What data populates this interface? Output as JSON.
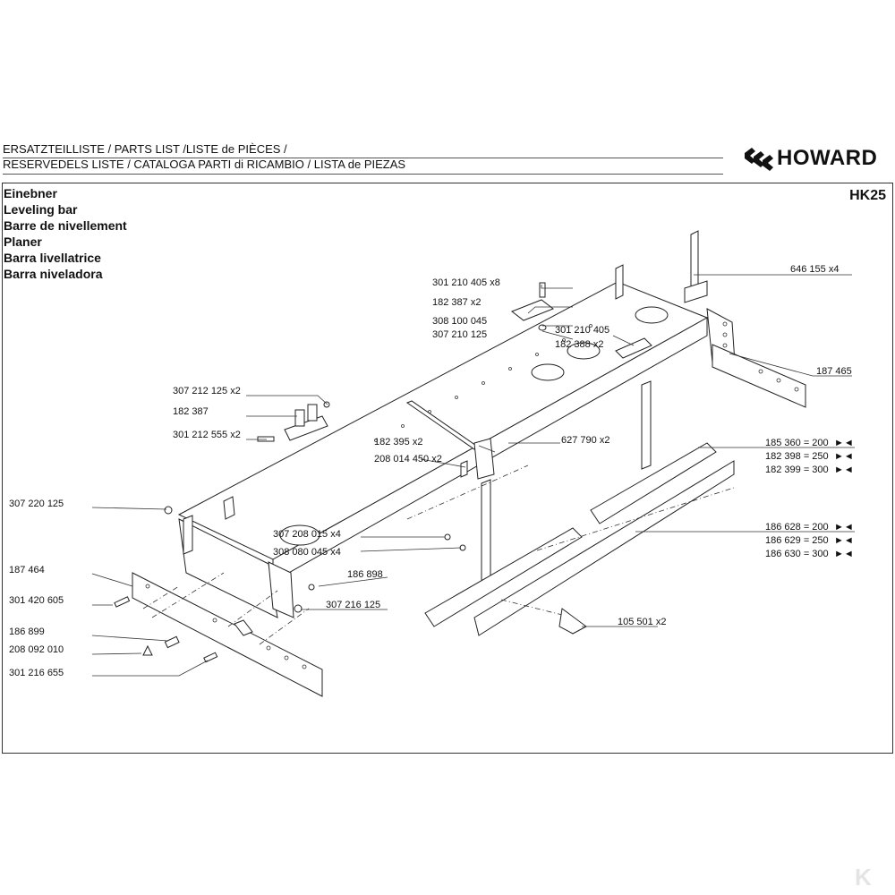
{
  "header": {
    "line1": "ERSATZTEILLISTE / PARTS LIST /LISTE de PIÈCES /",
    "line2": "RESERVEDELS LISTE / CATALOGA PARTI di RICAMBIO / LISTA de PIEZAS",
    "brand": "HOWARD"
  },
  "titles": [
    "Einebner",
    "Leveling bar",
    "Barre de nivellement",
    "Planer",
    "Barra livellatrice",
    "Barra niveladora"
  ],
  "model": "HK25",
  "labels": {
    "p646155": "646 155 x4",
    "p187465": "187 465",
    "p301210405x8": "301 210 405 x8",
    "p182387x2": "182 387 x2",
    "p308100045": "308 100 045",
    "p307210125": "307 210 125",
    "p301210405": "301 210 405",
    "p182388x2": "182 388 x2",
    "p307212125x2": "307 212 125 x2",
    "p182387": "182 387",
    "p301212555x2": "301 212 555 x2",
    "p182395x2": "182 395 x2",
    "p627790x2": "627 790 x2",
    "p208014450x2": "208 014 450 x2",
    "p185360": "185 360 = 200",
    "p182398": "182 398 = 250",
    "p182399": "182 399 = 300",
    "p307220125": "307 220 125",
    "p307208015x4": "307 208 015 x4",
    "p308080045x4": "308 080 045 x4",
    "p186628": "186 628 = 200",
    "p186629": "186 629 = 250",
    "p186630": "186 630 = 300",
    "p187464": "187 464",
    "p186898": "186 898",
    "p301420605": "301 420 605",
    "p307216125": "307 216 125",
    "p186899": "186 899",
    "p208092010": "208 092 010",
    "p301216655": "301 216 655",
    "p105501x2": "105 501 x2"
  },
  "markers": {
    "arrow": "►◄"
  },
  "watermark": "K"
}
